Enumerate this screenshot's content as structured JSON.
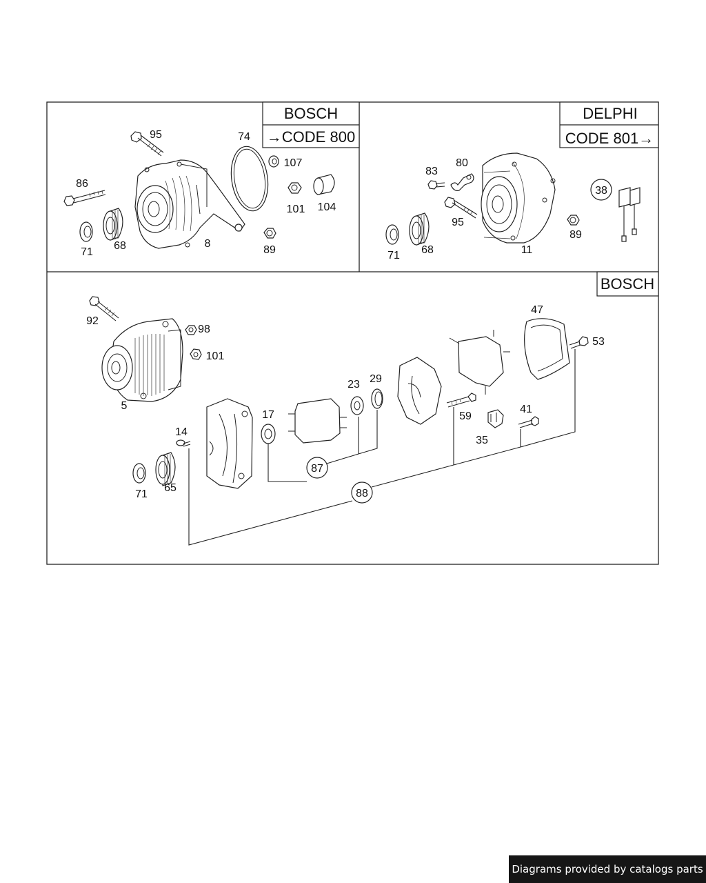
{
  "panels": {
    "top_left": {
      "brand": "BOSCH",
      "code": "→CODE 800"
    },
    "top_right": {
      "brand": "DELPHI",
      "code": "CODE 801→"
    },
    "bottom": {
      "brand": "BOSCH"
    }
  },
  "callouts": {
    "tl_95": "95",
    "tl_74": "74",
    "tl_107": "107",
    "tl_86": "86",
    "tl_101": "101",
    "tl_104": "104",
    "tl_71": "71",
    "tl_68": "68",
    "tl_8": "8",
    "tl_89": "89",
    "tr_83": "83",
    "tr_80": "80",
    "tr_38": "38",
    "tr_95": "95",
    "tr_89": "89",
    "tr_71": "71",
    "tr_68": "68",
    "tr_11": "11",
    "b_92": "92",
    "b_98": "98",
    "b_101": "101",
    "b_5": "5",
    "b_47": "47",
    "b_53": "53",
    "b_23": "23",
    "b_29": "29",
    "b_17": "17",
    "b_14": "14",
    "b_59": "59",
    "b_41": "41",
    "b_35": "35",
    "b_87": "87",
    "b_88": "88",
    "b_71": "71",
    "b_65": "65"
  },
  "footer": {
    "text": "Diagrams provided by catalogs parts"
  }
}
